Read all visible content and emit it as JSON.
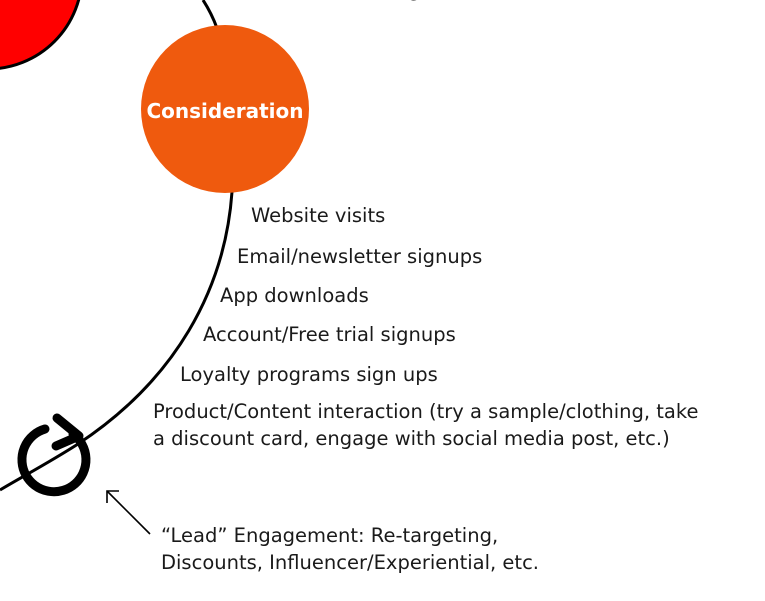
{
  "top_fragment": "g",
  "stage": {
    "label": "Consideration",
    "color": "#ef5a0e"
  },
  "previous_stage": {
    "color": "#ff0000"
  },
  "items": [
    "Website visits",
    "Email/newsletter signups",
    "App downloads",
    "Account/Free trial signups",
    "Loyalty programs sign ups",
    "Product/Content interaction (try a sample/clothing, take",
    "a discount card, engage with social media post, etc.)"
  ],
  "lead_note": {
    "line1": "“Lead” Engagement: Re-targeting,",
    "line2": "Discounts, Influencer/Experiential, etc."
  },
  "icons": [
    "refresh-loop-icon",
    "pointer-arrow-icon"
  ]
}
